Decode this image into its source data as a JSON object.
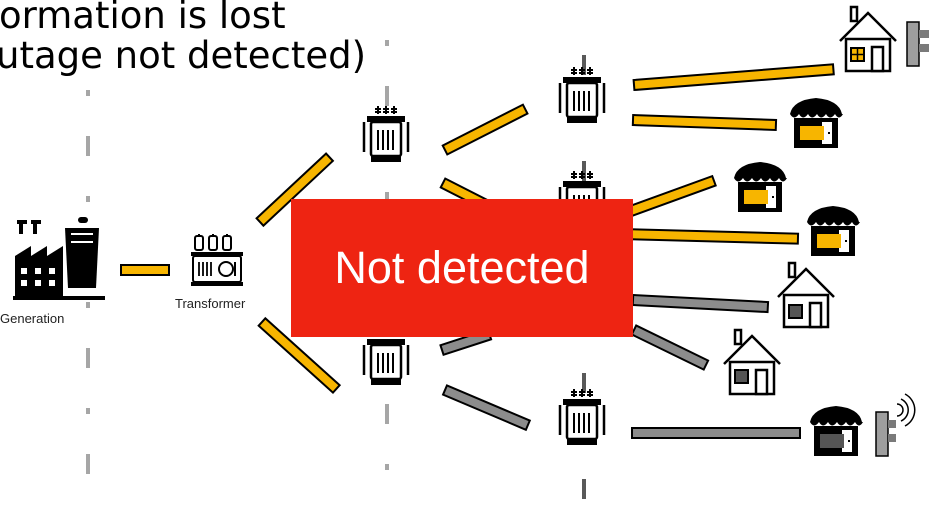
{
  "caption": {
    "line1": "formation is lost",
    "line2": "utage not detected)"
  },
  "labels": {
    "generation": "Generation",
    "transformer": "Transformer"
  },
  "alert": {
    "text": "Not detected",
    "color": "#ee2412"
  },
  "colors": {
    "live_line": "#f7b500",
    "dead_line": "#8c8c8c",
    "outline": "#000000",
    "window_live": "#f7b500",
    "window_dead": "#555555",
    "divider": "#a6a6a6"
  },
  "icons": {
    "generation": "power-plant-icon",
    "transformer": "transformer-icon",
    "house": "house-icon",
    "shop": "shop-icon",
    "meter": "smart-meter-icon",
    "signal": "wireless-signal-icon"
  }
}
